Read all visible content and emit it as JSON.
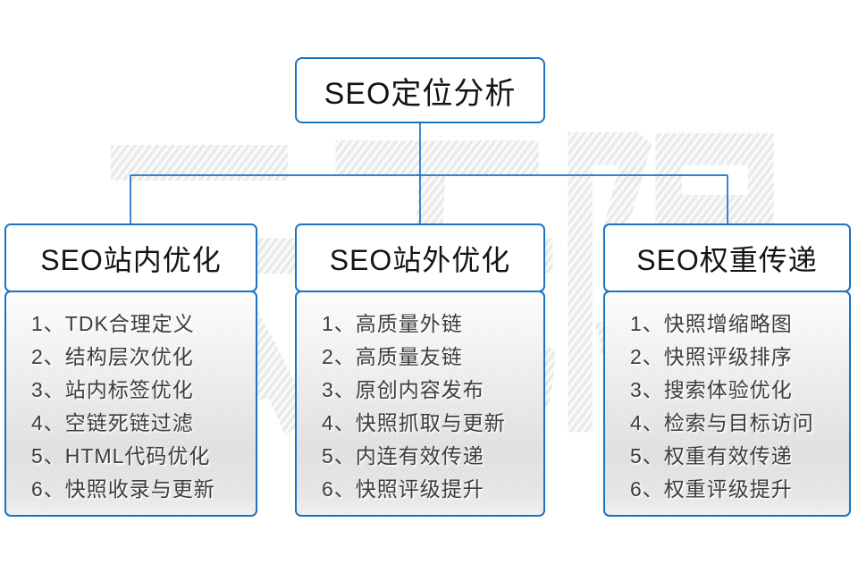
{
  "watermark": "云无限",
  "root": {
    "title": "SEO定位分析"
  },
  "columns": [
    {
      "title": "SEO站内优化",
      "items": [
        "1、TDK合理定义",
        "2、结构层次优化",
        "3、站内标签优化",
        "4、空链死链过滤",
        "5、HTML代码优化",
        "6、快照收录与更新"
      ]
    },
    {
      "title": "SEO站外优化",
      "items": [
        "1、高质量外链",
        "2、高质量友链",
        "3、原创内容发布",
        "4、快照抓取与更新",
        "5、内连有效传递",
        "6、快照评级提升"
      ]
    },
    {
      "title": "SEO权重传递",
      "items": [
        "1、快照增缩略图",
        "2、快照评级排序",
        "3、搜索体验优化",
        "4、检索与目标访问",
        "5、权重有效传递",
        "6、权重评级提升"
      ]
    }
  ],
  "colors": {
    "accent_border": "#1a73c4",
    "heading_text": "#141414",
    "list_text": "#3d3d3d",
    "watermark_gray": "#e9e9e9"
  }
}
